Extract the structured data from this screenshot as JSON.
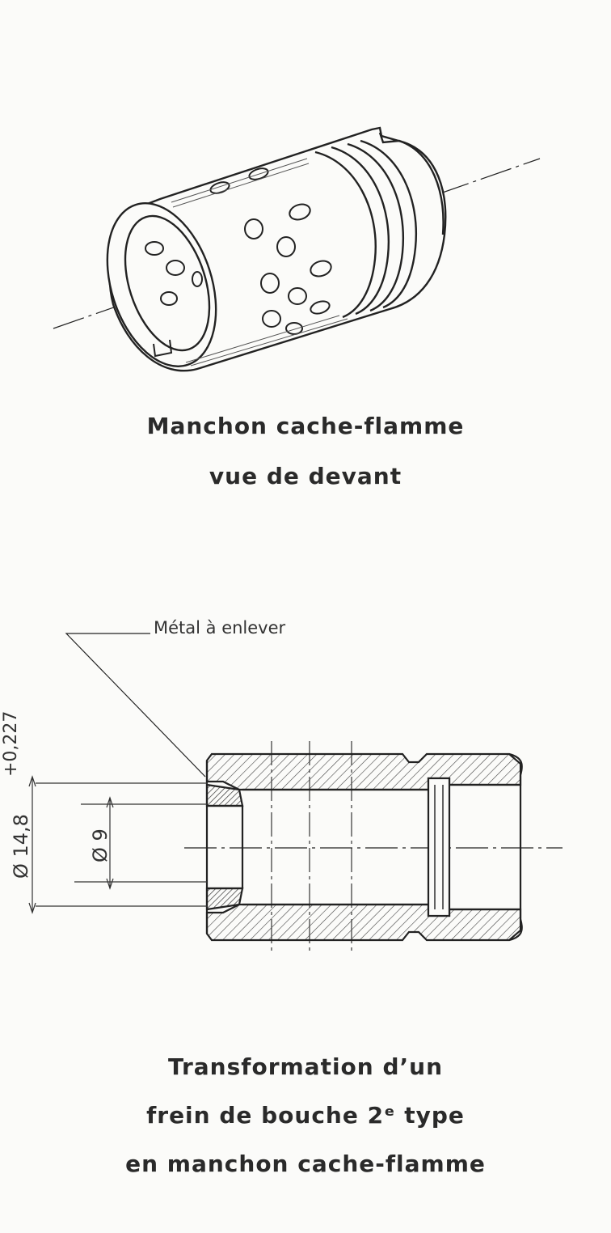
{
  "top_figure": {
    "caption_line1": "Manchon cache-flamme",
    "caption_line2": "vue de devant"
  },
  "bottom_figure": {
    "callout_label": "Métal à enlever",
    "dim_outer": "Ø 14,8",
    "dim_outer_tolerance": "+0,227",
    "dim_inner": "Ø 9",
    "caption_line1": "Transformation d’un",
    "caption_line2": "frein de bouche 2ᵉ type",
    "caption_line3": "en manchon cache-flamme"
  }
}
